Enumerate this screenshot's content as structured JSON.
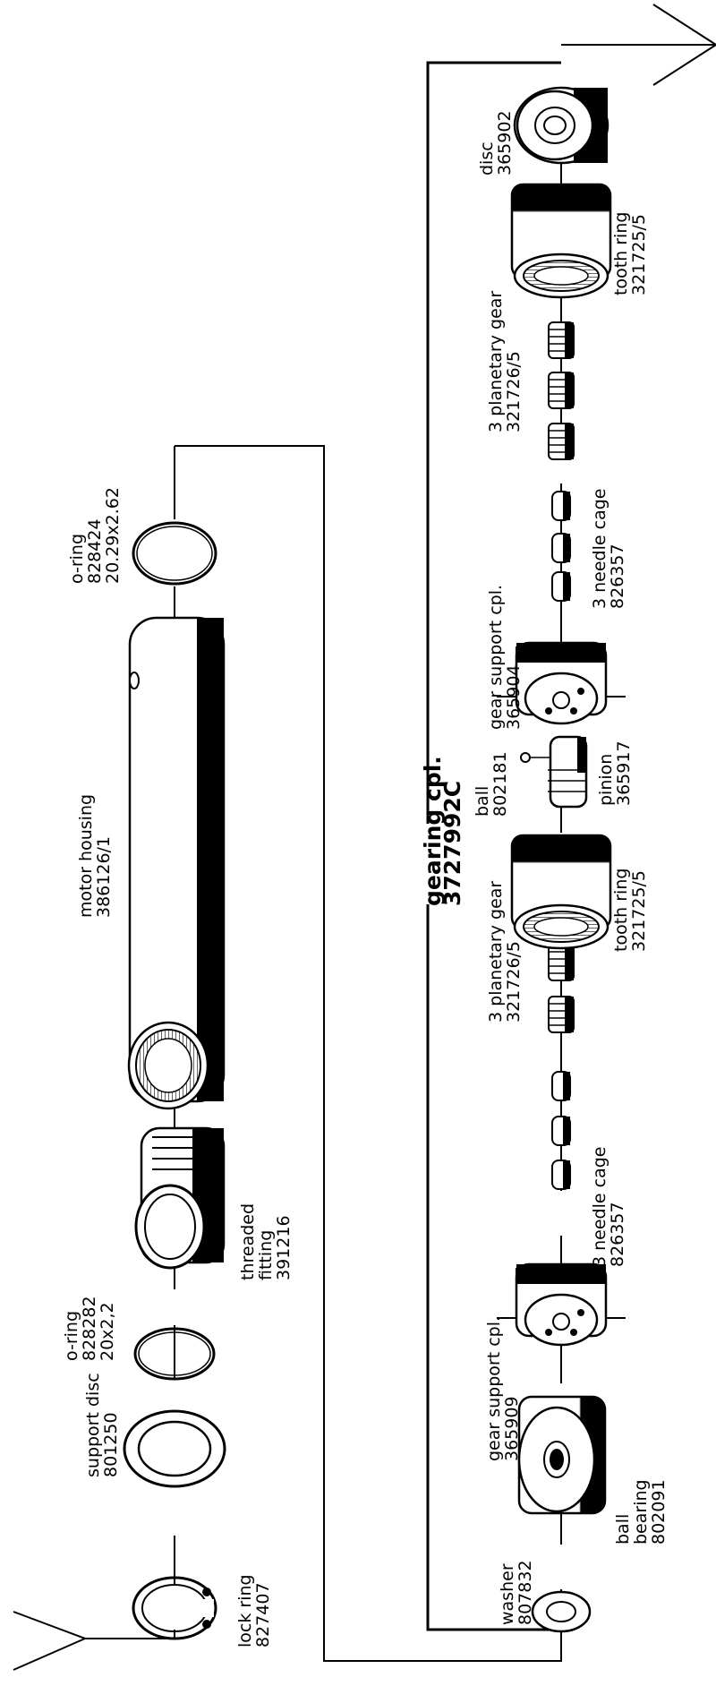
{
  "diagram": {
    "gearing_cpl": {
      "name": "gearing cpl.",
      "number": "3727992C"
    },
    "parts": {
      "lock_ring": {
        "name": "lock ring",
        "number": "827407"
      },
      "support_disc": {
        "name": "support disc",
        "number": "801250"
      },
      "o_ring_1": {
        "name": "o-ring",
        "number": "828282",
        "size": "20x2,2"
      },
      "threaded_fitting": {
        "name": "threaded",
        "name2": "fitting",
        "number": "391216"
      },
      "motor_housing": {
        "name": "motor housing",
        "number": "386126/1"
      },
      "o_ring_2": {
        "name": "o-ring",
        "number": "828424",
        "size": "20.29x2.62"
      },
      "washer": {
        "name": "washer",
        "number": "807832"
      },
      "ball_bearing": {
        "name": "ball",
        "name2": "bearing",
        "number": "802091"
      },
      "gear_support_1": {
        "name": "gear support cpl.",
        "number": "365909"
      },
      "needle_cage_1": {
        "name": "3 needle cage",
        "number": "826357"
      },
      "planetary_gear_1": {
        "name": "3 planetary gear",
        "number": "321726/5"
      },
      "tooth_ring_1": {
        "name": "tooth ring",
        "number": "321725/5"
      },
      "ball": {
        "name": "ball",
        "number": "802181"
      },
      "pinion": {
        "name": "pinion",
        "number": "365917"
      },
      "gear_support_2": {
        "name": "gear support cpl.",
        "number": "365904"
      },
      "needle_cage_2": {
        "name": "3 needle cage",
        "number": "826357"
      },
      "planetary_gear_2": {
        "name": "3 planetary gear",
        "number": "321726/5"
      },
      "tooth_ring_2": {
        "name": "tooth ring",
        "number": "321725/5"
      },
      "disc": {
        "name": "disc",
        "number": "365902"
      }
    }
  }
}
